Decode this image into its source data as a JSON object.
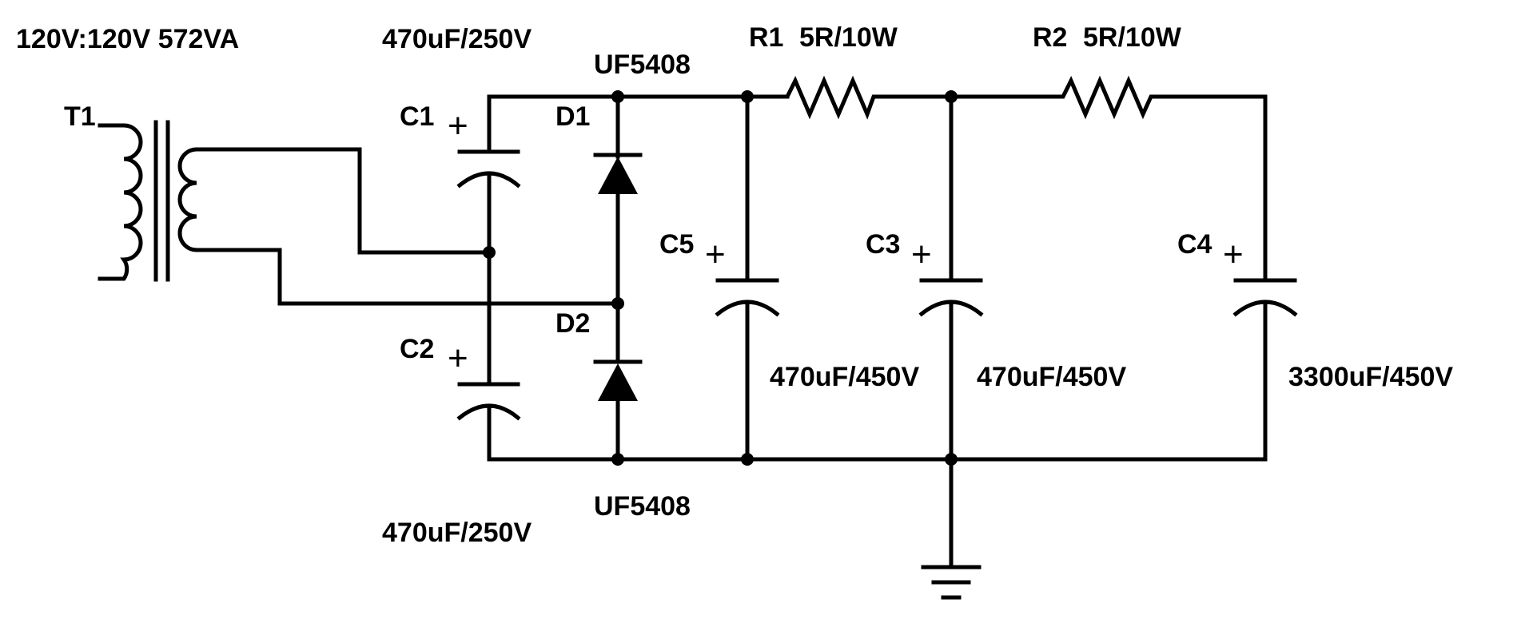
{
  "transformer": {
    "ref": "T1",
    "rating": "120V:120V 572VA"
  },
  "capacitors": {
    "c1": {
      "ref": "C1",
      "value": "470uF/250V",
      "polarity": "+"
    },
    "c2": {
      "ref": "C2",
      "value": "470uF/250V",
      "polarity": "+"
    },
    "c3": {
      "ref": "C3",
      "value": "470uF/450V",
      "polarity": "+"
    },
    "c4": {
      "ref": "C4",
      "value": "3300uF/450V",
      "polarity": "+"
    },
    "c5": {
      "ref": "C5",
      "value": "470uF/450V",
      "polarity": "+"
    }
  },
  "diodes": {
    "d1": {
      "ref": "D1",
      "part": "UF5408"
    },
    "d2": {
      "ref": "D2",
      "part": "UF5408"
    }
  },
  "resistors": {
    "r1": {
      "ref": "R1",
      "value": "5R/10W"
    },
    "r2": {
      "ref": "R2",
      "value": "5R/10W"
    }
  }
}
